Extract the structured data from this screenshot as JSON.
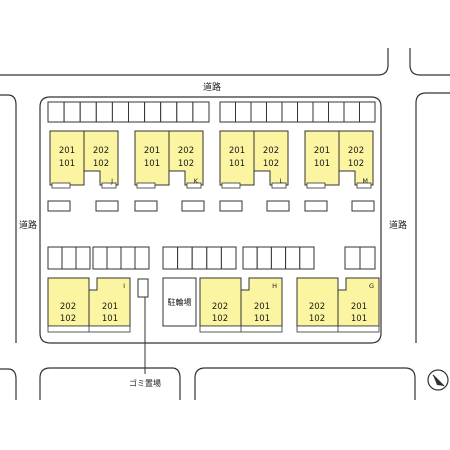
{
  "roads": {
    "top": "道路",
    "left": "道路",
    "right": "道路"
  },
  "facilities": {
    "bicycle_parking": "駐輪場",
    "garbage_area": "ゴミ置場"
  },
  "colors": {
    "building_fill": "#fbf5a2",
    "line": "#333333",
    "background": "#ffffff"
  },
  "compass": "compass-icon",
  "top_row": [
    {
      "letter": "J",
      "left": [
        "201",
        "101"
      ],
      "right": [
        "202",
        "102"
      ]
    },
    {
      "letter": "K",
      "left": [
        "201",
        "101"
      ],
      "right": [
        "202",
        "102"
      ]
    },
    {
      "letter": "L",
      "left": [
        "201",
        "101"
      ],
      "right": [
        "202",
        "102"
      ]
    },
    {
      "letter": "M",
      "left": [
        "201",
        "101"
      ],
      "right": [
        "202",
        "102"
      ]
    }
  ],
  "bottom_row": [
    {
      "letter": "I",
      "left": [
        "202",
        "102"
      ],
      "right": [
        "201",
        "101"
      ]
    },
    {
      "letter": "H",
      "left": [
        "202",
        "102"
      ],
      "right": [
        "201",
        "101"
      ]
    },
    {
      "letter": "G",
      "left": [
        "202",
        "102"
      ],
      "right": [
        "201",
        "101"
      ]
    }
  ]
}
